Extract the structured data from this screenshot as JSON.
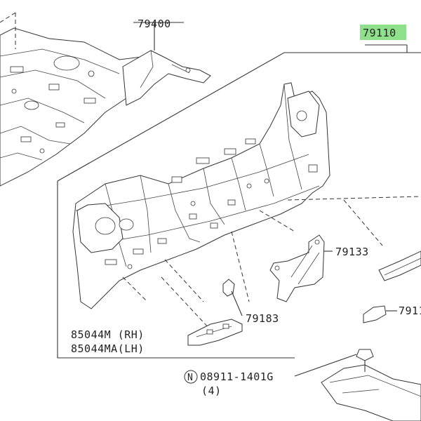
{
  "labels": {
    "p79400": "79400",
    "p79110": "79110",
    "p79133": "79133",
    "p79183": "79183",
    "p85044m": "85044M (RH)",
    "p85044ma": "85044MA(LH)",
    "p7911": "7911",
    "n_symbol": "N",
    "p08911": "08911-1401G",
    "qty": "(4)"
  },
  "colors": {
    "highlight": "#8ee08a",
    "line": "#333333"
  }
}
